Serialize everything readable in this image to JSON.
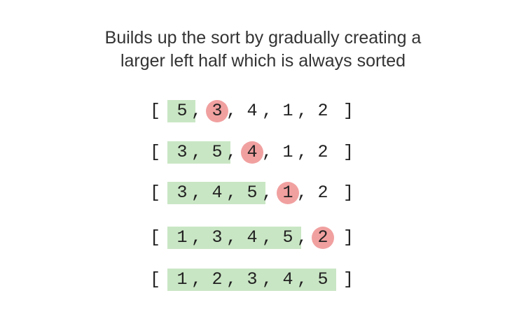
{
  "title": {
    "line1": "Builds up the sort by gradually creating a",
    "line2": "larger left half which is always sorted"
  },
  "brackets": {
    "open": "[",
    "close": "]"
  },
  "separator": ",",
  "colors": {
    "sorted_highlight": "#c9e6c4",
    "current_element": "#f1a0a0"
  },
  "steps": [
    {
      "values": [
        "5",
        "3",
        "4",
        "1",
        "2"
      ],
      "sorted_count": 1,
      "current_index": 1
    },
    {
      "values": [
        "3",
        "5",
        "4",
        "1",
        "2"
      ],
      "sorted_count": 2,
      "current_index": 2
    },
    {
      "values": [
        "3",
        "4",
        "5",
        "1",
        "2"
      ],
      "sorted_count": 3,
      "current_index": 3
    },
    {
      "values": [
        "1",
        "3",
        "4",
        "5",
        "2"
      ],
      "sorted_count": 4,
      "current_index": 4
    },
    {
      "values": [
        "1",
        "2",
        "3",
        "4",
        "5"
      ],
      "sorted_count": 5,
      "current_index": null
    }
  ]
}
